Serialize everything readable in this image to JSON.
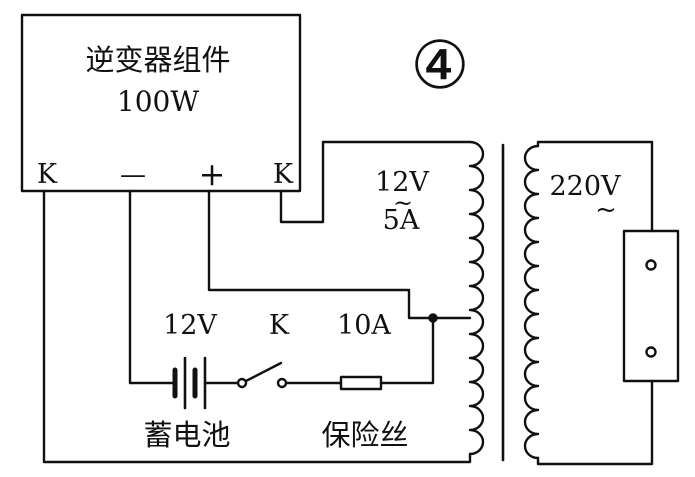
{
  "figure_number": "④",
  "inverter": {
    "title": "逆变器组件",
    "power": "100W",
    "terminal_k_left": "K",
    "terminal_minus": "—",
    "terminal_plus": "+",
    "terminal_k_right": "K"
  },
  "primary_coil": {
    "voltage": "12V",
    "current": "5A",
    "ac_mark": "~"
  },
  "secondary_coil": {
    "voltage": "220V",
    "ac_mark": "~"
  },
  "battery": {
    "voltage": "12V",
    "label": "蓄电池"
  },
  "switch": {
    "label": "K"
  },
  "fuse": {
    "rating": "10A",
    "label": "保险丝"
  }
}
